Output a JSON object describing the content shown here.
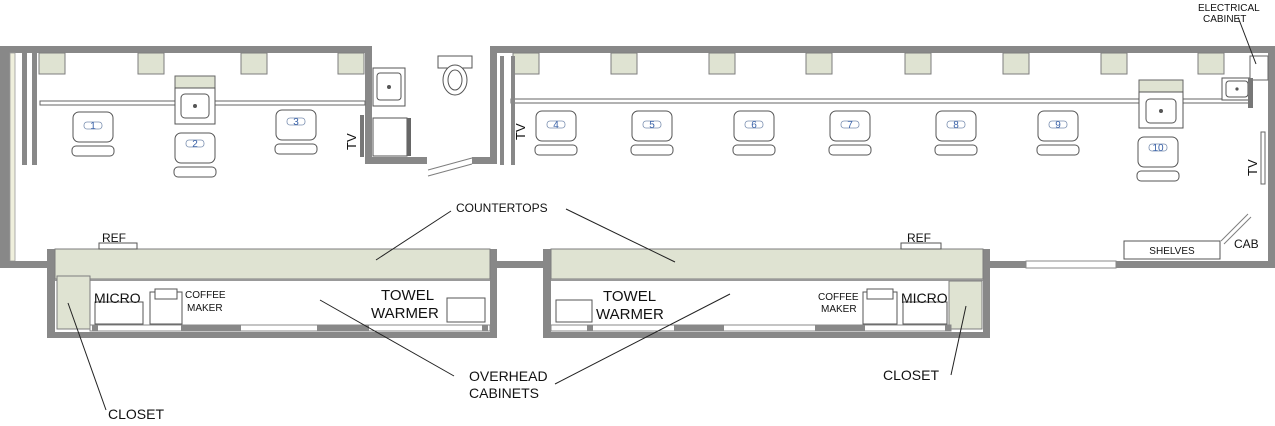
{
  "labels": {
    "electrical_cabinet_line1": "ELECTRICAL",
    "electrical_cabinet_line2": "CABINET",
    "countertops": "COUNTERTOPS",
    "ref_left": "REF",
    "ref_right": "REF",
    "micro_left": "MICRO",
    "micro_right": "MICRO",
    "coffee_left_line1": "COFFEE",
    "coffee_left_line2": "MAKER",
    "coffee_right_line1": "COFFEE",
    "coffee_right_line2": "MAKER",
    "towel_left_line1": "TOWEL",
    "towel_left_line2": "WARMER",
    "towel_right_line1": "TOWEL",
    "towel_right_line2": "WARMER",
    "overhead_line1": "OVERHEAD",
    "overhead_line2": "CABINETS",
    "closet_left": "CLOSET",
    "closet_right": "CLOSET",
    "shelves": "SHELVES",
    "cab": "CAB",
    "tv_left": "TV",
    "tv_middle": "TV",
    "tv_right": "TV"
  },
  "chairs": [
    "1",
    "2",
    "3",
    "4",
    "5",
    "6",
    "7",
    "8",
    "9",
    "10"
  ]
}
